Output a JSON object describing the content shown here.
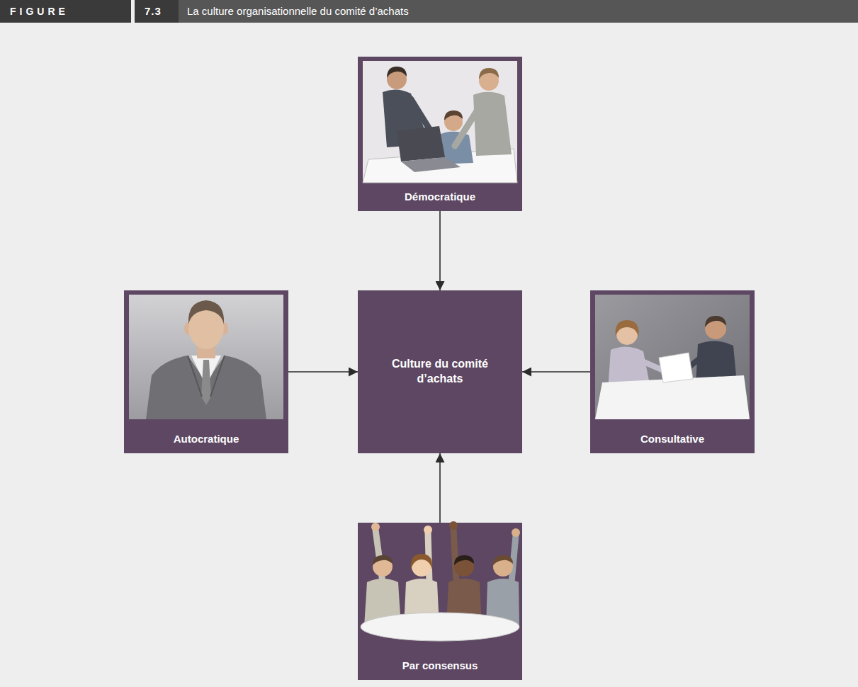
{
  "diagram": {
    "title": "La culture organisationnelle du comité d’achats",
    "nodes": [
      {
        "text": [
          "Démocratique"
        ]
      },
      {
        "text": [
          "Autocratique"
        ]
      },
      {
        "text": [
          "Culture du comité d’achats"
        ]
      },
      {
        "text": [
          "Consultative"
        ]
      },
      {
        "text": [
          "Par consensus"
        ]
      }
    ],
    "edges": [
      {
        "from": 0,
        "to": 2,
        "arrow": "to"
      },
      {
        "from": 1,
        "to": 2,
        "arrow": "to"
      },
      {
        "from": 3,
        "to": 2,
        "arrow": "to"
      },
      {
        "from": 4,
        "to": 2,
        "arrow": "to"
      }
    ],
    "labels": [
      "FIGURE",
      "7.3"
    ]
  }
}
